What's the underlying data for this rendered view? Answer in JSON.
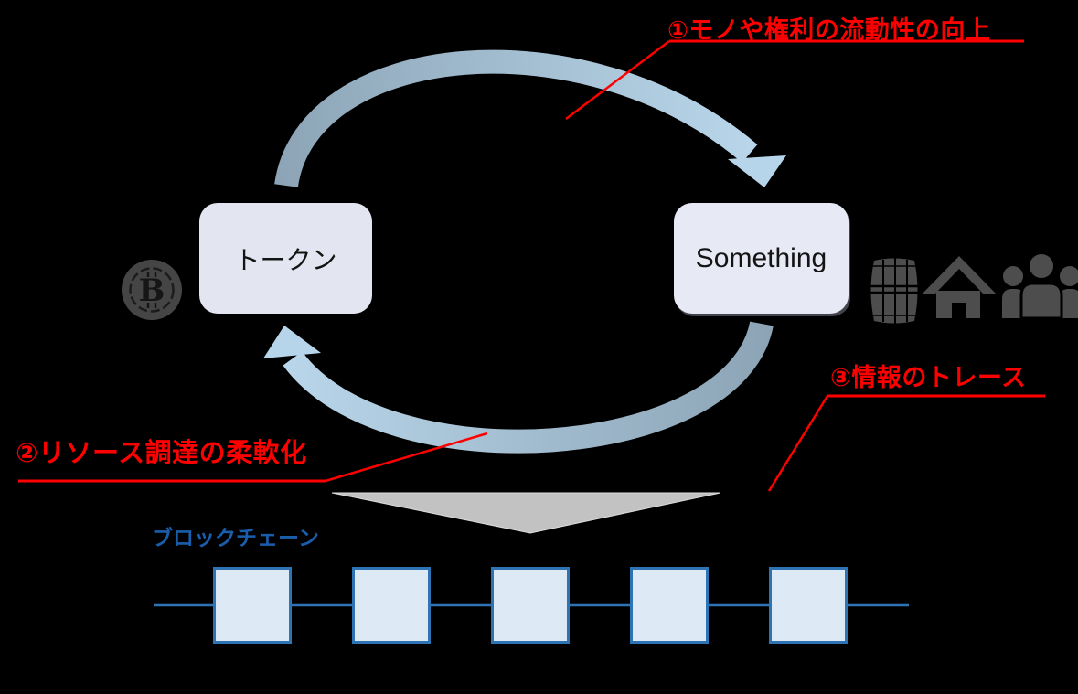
{
  "canvas": {
    "background_color": "#000000"
  },
  "cycle_diagram": {
    "token_box": {
      "label": "トークン"
    },
    "something_box": {
      "label": "Something"
    }
  },
  "annotations": [
    {
      "label": "①モノや権利の流動性の向上",
      "color": "#ff0000"
    },
    {
      "label": "②リソース調達の柔軟化",
      "color": "#ff0000"
    },
    {
      "label": "③情報のトレース",
      "color": "#ff0000"
    }
  ],
  "icons": {
    "bitcoin_coin": {
      "glyph": "B"
    },
    "asset_icons": [
      "barrel-icon",
      "house-icon",
      "people-group-icon"
    ],
    "icon_color": "#4d4d4d"
  },
  "blockchain": {
    "label": "ブロックチェーン",
    "block_count": 5,
    "label_color": "#1a5dab",
    "block_border_color": "#2e74b5",
    "block_fill_color": "#ddeaf5"
  },
  "colors": {
    "arc_gradient_start": "#8ca4b6",
    "arc_gradient_end": "#bad7eb",
    "annotation_red": "#ff0000",
    "funnel_triangle_gray": "#c2c2c2",
    "node_box_fill": "#e3e5f1"
  }
}
